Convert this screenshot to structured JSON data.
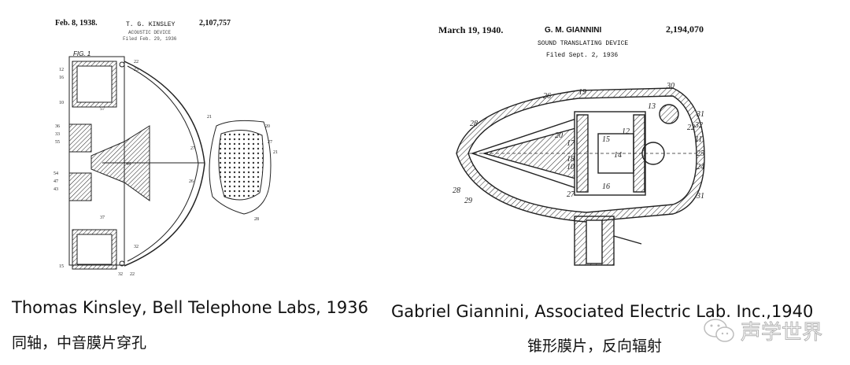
{
  "left_patent": {
    "date": "Feb. 8, 1938.",
    "inventor": "T. G. KINSLEY",
    "number": "2,107,757",
    "title": "ACOUSTIC DEVICE",
    "filed": "Filed Feb. 29, 1936",
    "figure_label": "FIG. 1"
  },
  "right_patent": {
    "date": "March 19, 1940.",
    "inventor": "G. M. GIANNINI",
    "number": "2,194,070",
    "title": "SOUND TRANSLATING DEVICE",
    "filed": "Filed Sept. 2, 1936"
  },
  "captions": {
    "left_line1": "Thomas Kinsley, Bell Telephone Labs, 1936",
    "left_line2": "同轴，中音膜片穿孔",
    "right_line1": "Gabriel Giannini, Associated Electric Lab. Inc.,1940",
    "right_line2": "锥形膜片，反向辐射"
  },
  "watermark": {
    "icon": "wechat-icon",
    "text": "声学世界"
  }
}
